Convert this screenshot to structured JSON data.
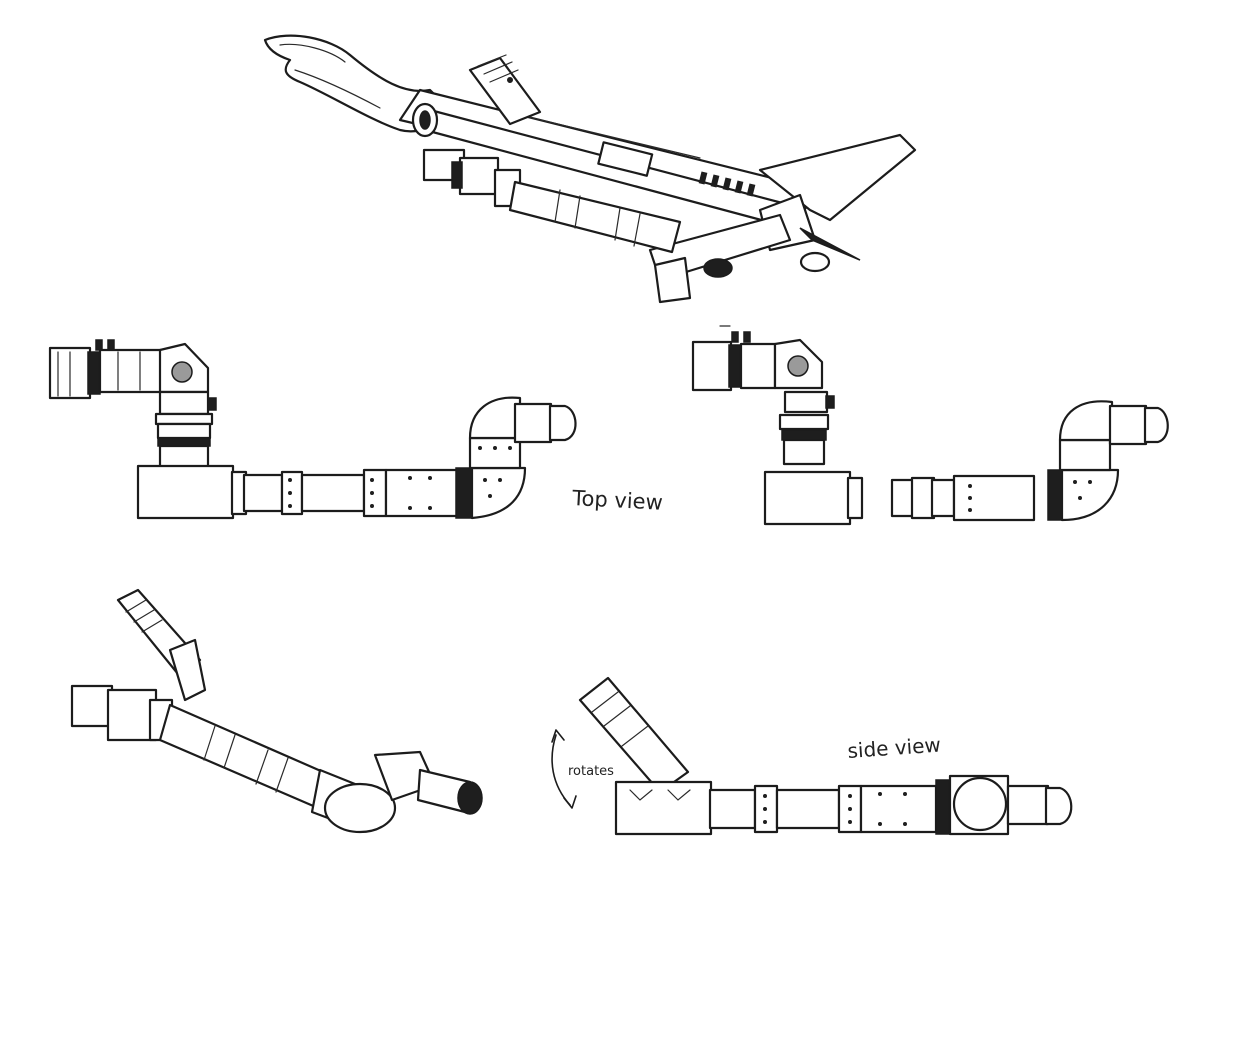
{
  "labels": {
    "top_view": "Top view",
    "side_view": "side view",
    "rotates": "rotates"
  }
}
